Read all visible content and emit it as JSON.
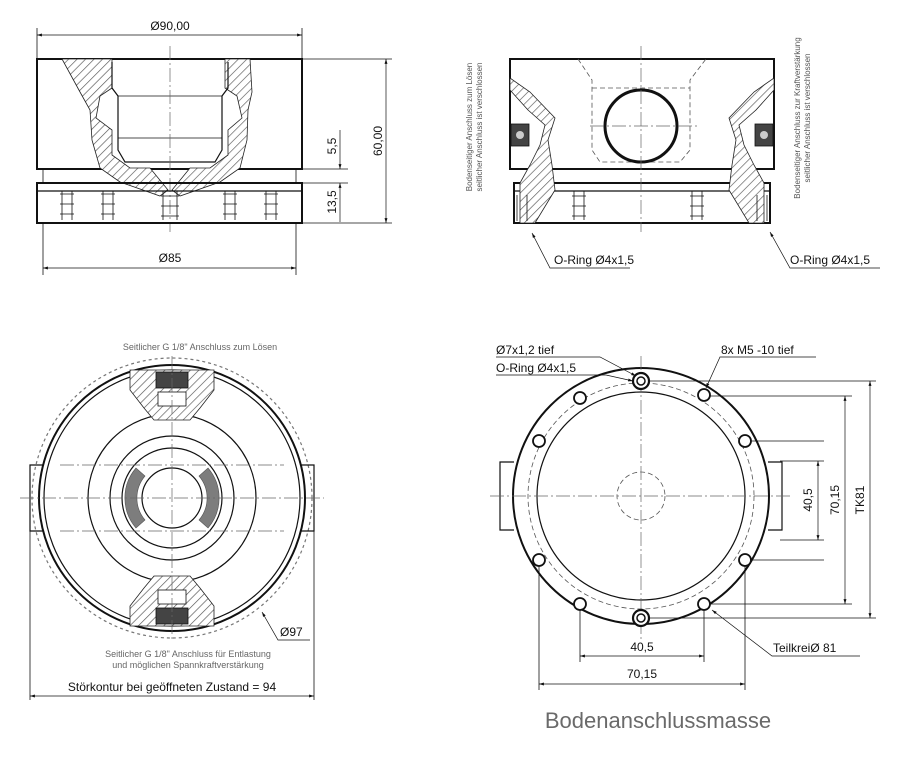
{
  "front_view": {
    "dim_top_width": "Ø90,00",
    "dim_total_height": "60,00",
    "dim_step": "5,5",
    "dim_base_height": "13,5",
    "dim_base_width": "Ø85"
  },
  "side_section": {
    "label_left_vertical_1": "Bodenseitiger Anschluss zum Lösen",
    "label_left_vertical_2": "seitlicher Anschluss ist verschlossen",
    "label_right_vertical_1": "Bodenseitiger Anschluss zur Kraftverstärkung",
    "label_right_vertical_2": "seitlicher Anschluss ist verschlossen",
    "oring_left": "O-Ring Ø4x1,5",
    "oring_right": "O-Ring Ø4x1,5"
  },
  "top_view": {
    "label_top": "Seitlicher G 1/8\" Anschluss zum Lösen",
    "label_bottom_1": "Seitlicher G 1/8\" Anschluss für Entlastung",
    "label_bottom_2": "und möglichen Spannkraftverstärkung",
    "dim_outer": "Ø97",
    "dim_contour": "Störkontur bei geöffneten Zustand = 94"
  },
  "bottom_view": {
    "label_bore": "Ø7x1,2 tief",
    "label_oring": "O-Ring  Ø4x1,5",
    "label_threads": "8x M5 -10 tief",
    "dim_40_5_v": "40,5",
    "dim_70_15_v": "70,15",
    "dim_tk": "TK81",
    "dim_40_5_h": "40,5",
    "dim_70_15_h": "70,15",
    "label_pitch_circle": "TeilkreiØ 81"
  },
  "title": "Bodenanschlussmasse"
}
